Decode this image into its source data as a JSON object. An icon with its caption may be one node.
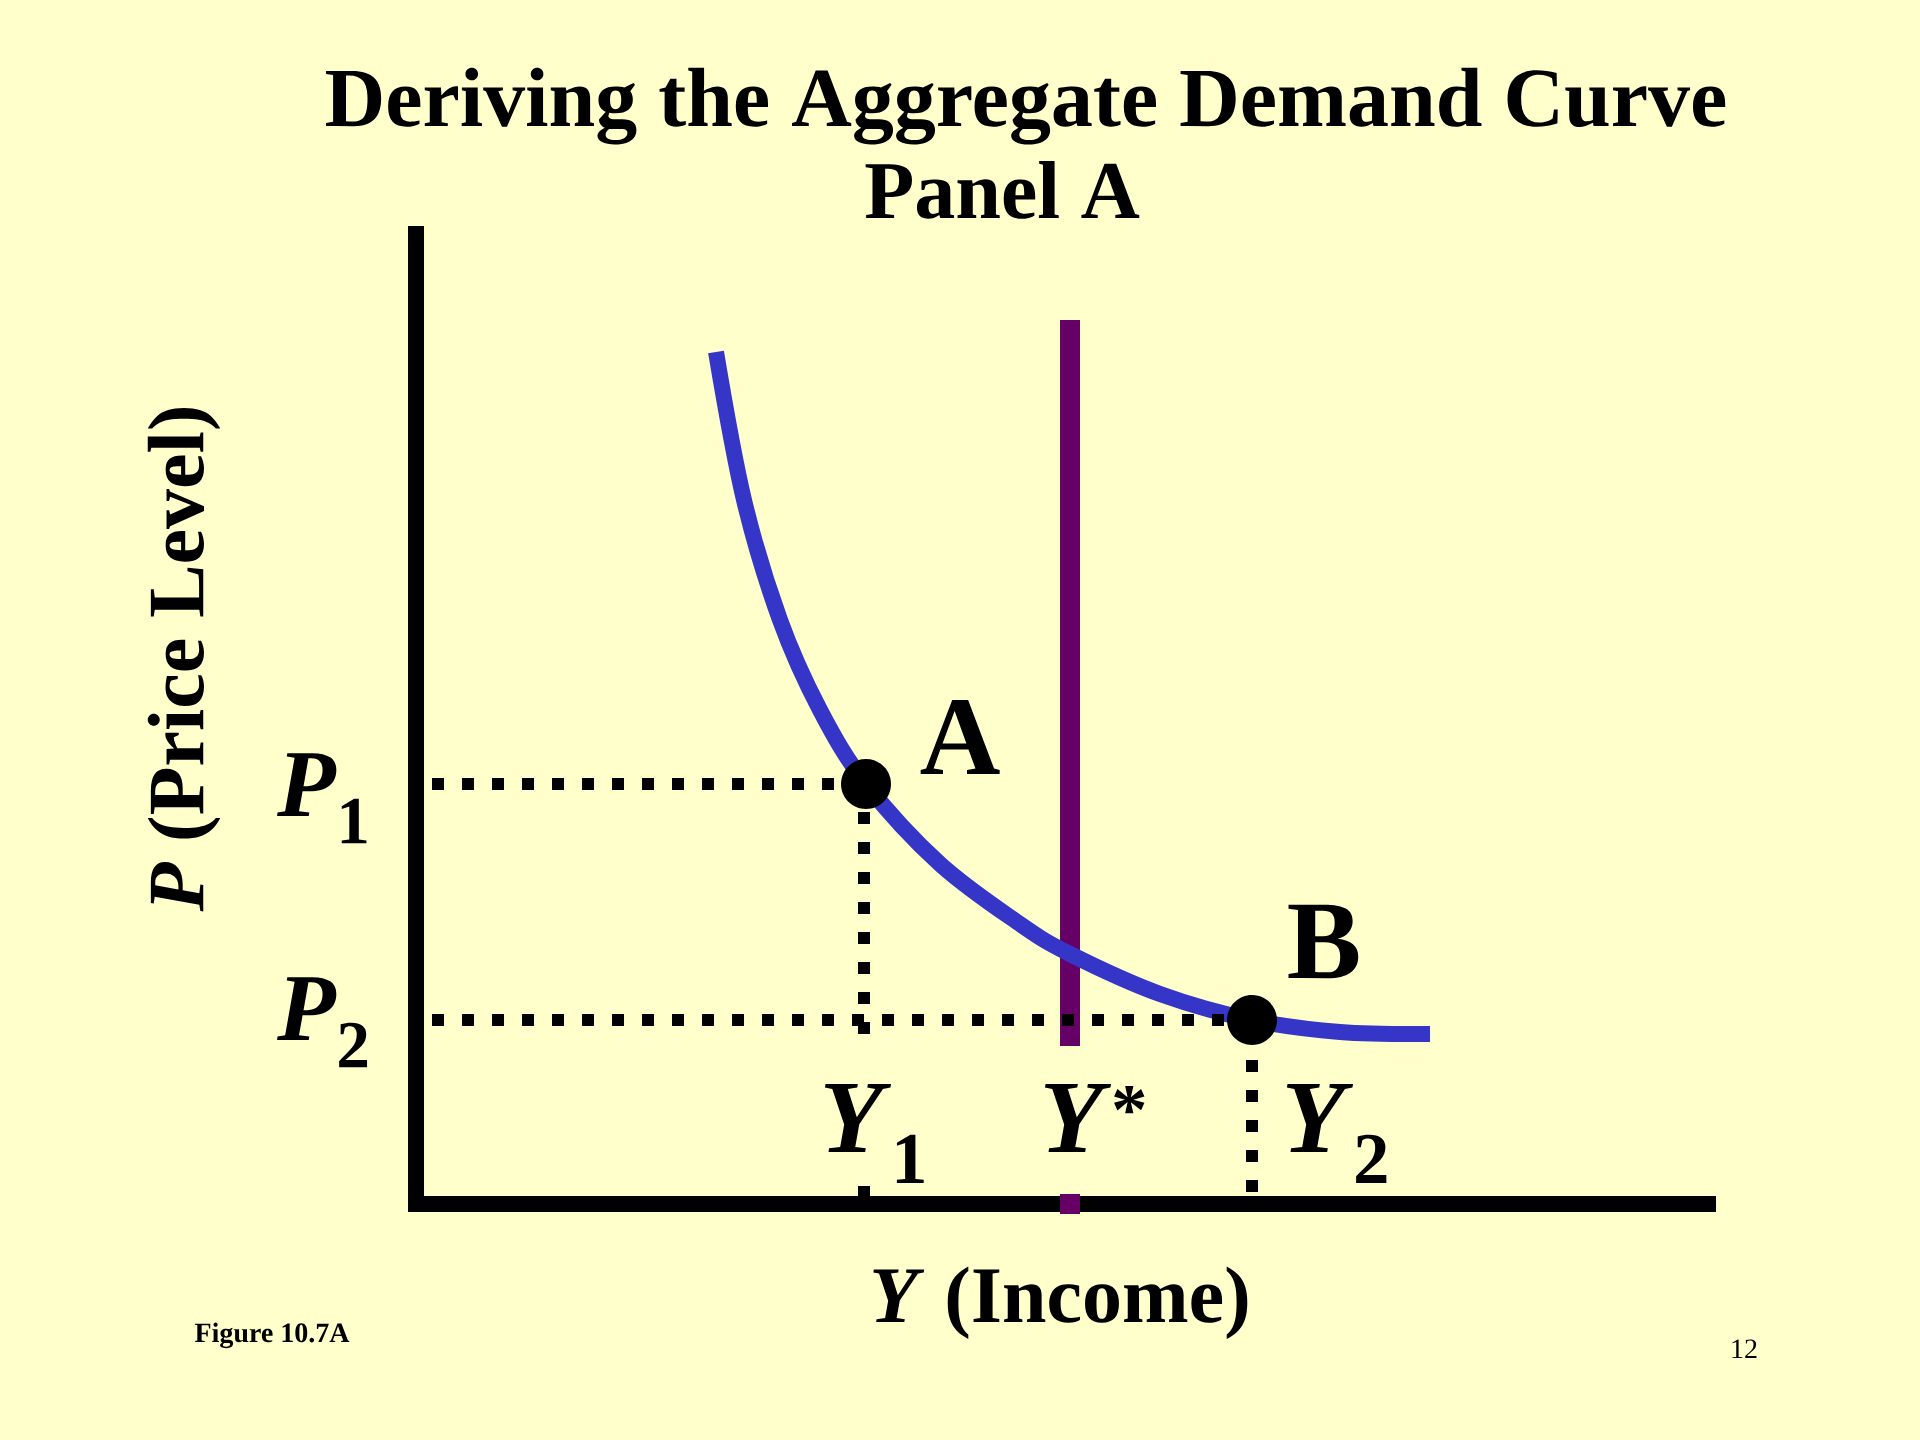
{
  "diagram": {
    "title": "Deriving the Aggregate Demand Curve",
    "nodes": [
      {
        "text": [],
        "shape": "circle",
        "beside": [
          "A"
        ]
      },
      {
        "text": [],
        "shape": "circle",
        "beside": [
          "B"
        ]
      }
    ],
    "labels": [
      "Panel A",
      "*P* (Price Level)",
      "*P*$_{1}$",
      "*P*$_{2}$",
      "*Y*$_{1}$",
      "*Y*$^{*}$",
      "*Y*$_{2}$",
      "*Y* (Income)",
      "Figure 10.7A",
      "12"
    ]
  }
}
